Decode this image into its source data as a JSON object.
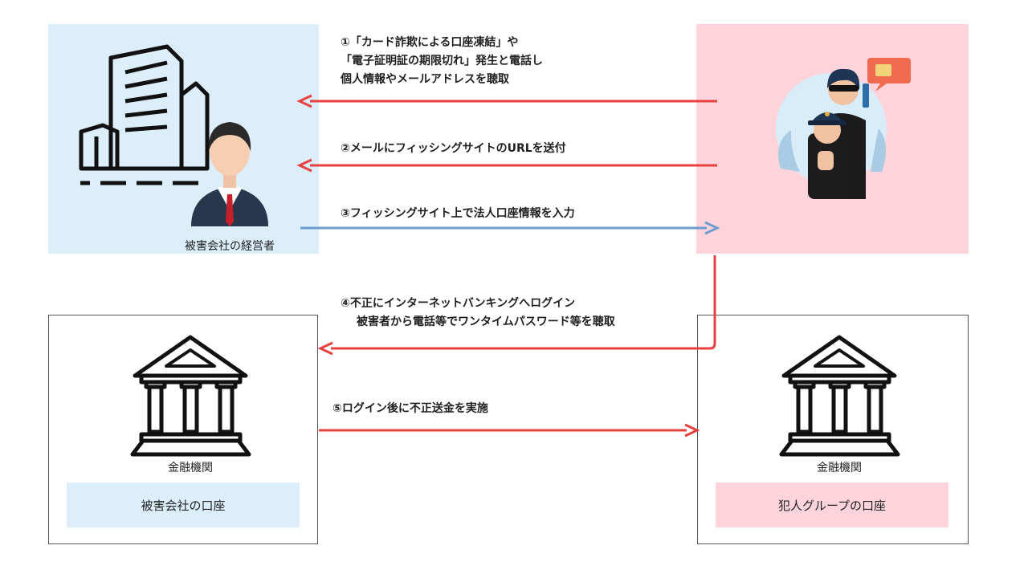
{
  "company": {
    "person_label": "被害会社の経営者",
    "bank_label": "金融機関",
    "account_label": "被害会社の口座",
    "icons": [
      "office-building-icon",
      "businessman-icon",
      "bank-icon"
    ]
  },
  "criminal": {
    "bank_label": "金融機関",
    "account_label": "犯人グループの口座",
    "icons": [
      "phone-scammer-icon",
      "bank-icon"
    ]
  },
  "steps": {
    "s1": {
      "line1": "①「カード詐欺による口座凍結」や",
      "line2": "「電子証明証の期限切れ」発生と電話し",
      "line3": "個人情報やメールアドレスを聴取"
    },
    "s2": {
      "line1": "②メールにフィッシングサイトのURLを送付"
    },
    "s3": {
      "line1": "③フィッシングサイト上で法人口座情報を入力"
    },
    "s4": {
      "line1": "④不正にインターネットバンキングへログイン",
      "line2": "被害者から電話等でワンタイムパスワード等を聴取"
    },
    "s5": {
      "line1": "⑤ログイン後に不正送金を実施"
    }
  },
  "colors": {
    "company_panel": "#dbeefa",
    "criminal_panel": "#fdd4dc",
    "red_arrow": "#e8403f",
    "blue_arrow": "#6f9ccf"
  }
}
